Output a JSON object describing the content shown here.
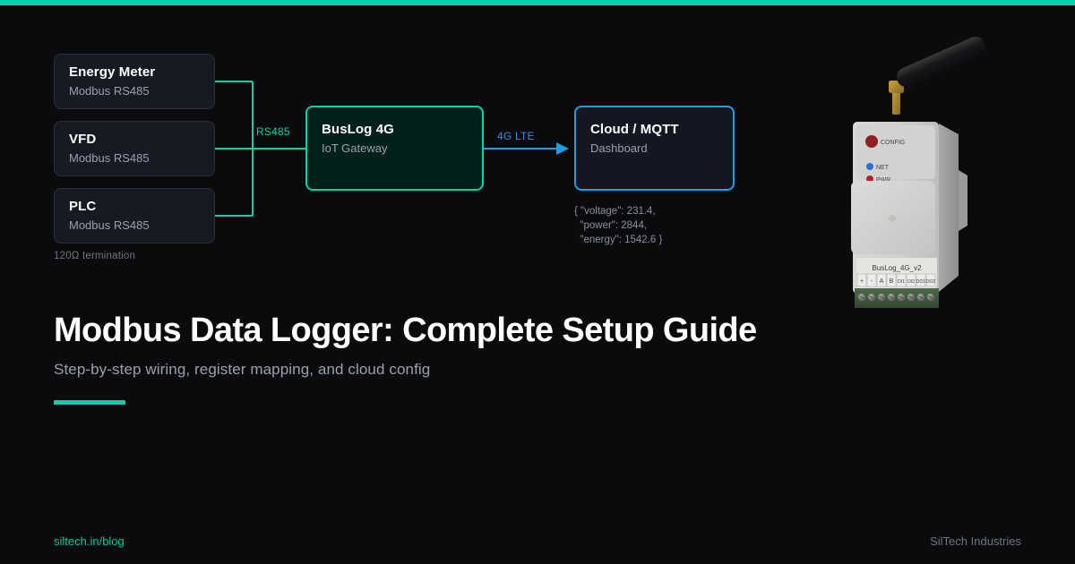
{
  "theme": {
    "background": "#0b0b0e",
    "accent": "#00d4a8",
    "link_blue": "#1e9ee8",
    "muted": "#9aa0ad"
  },
  "diagram": {
    "devices": [
      {
        "title": "Energy Meter",
        "subtitle": "Modbus RS485"
      },
      {
        "title": "VFD",
        "subtitle": "Modbus RS485"
      },
      {
        "title": "PLC",
        "subtitle": "Modbus RS485"
      }
    ],
    "gateway": {
      "title": "BusLog 4G",
      "subtitle": "IoT Gateway"
    },
    "cloud": {
      "title": "Cloud / MQTT",
      "subtitle": "Dashboard"
    },
    "edges": {
      "bus_label": "RS485",
      "uplink_label": "4G LTE"
    },
    "termination_note": "120Ω termination",
    "payload": "{ \"voltage\": 231.4,\n  \"power\": 2844,\n  \"energy\": 1542.6 }"
  },
  "product": {
    "model_label": "BusLog_4G_v2",
    "config_button_label": "CONFIG",
    "leds": [
      {
        "label": "NET",
        "color": "#2f6fd0"
      },
      {
        "label": "PWR",
        "color": "#b5232a"
      }
    ],
    "terminals": [
      "+",
      "-",
      "A",
      "B",
      "DI1",
      "DI2",
      "DO1",
      "DO2"
    ]
  },
  "headline": {
    "title": "Modbus Data Logger: Complete Setup Guide",
    "subtitle": "Step-by-step wiring, register mapping, and cloud config"
  },
  "footer": {
    "left": "siltech.in/blog",
    "right": "SilTech Industries"
  }
}
